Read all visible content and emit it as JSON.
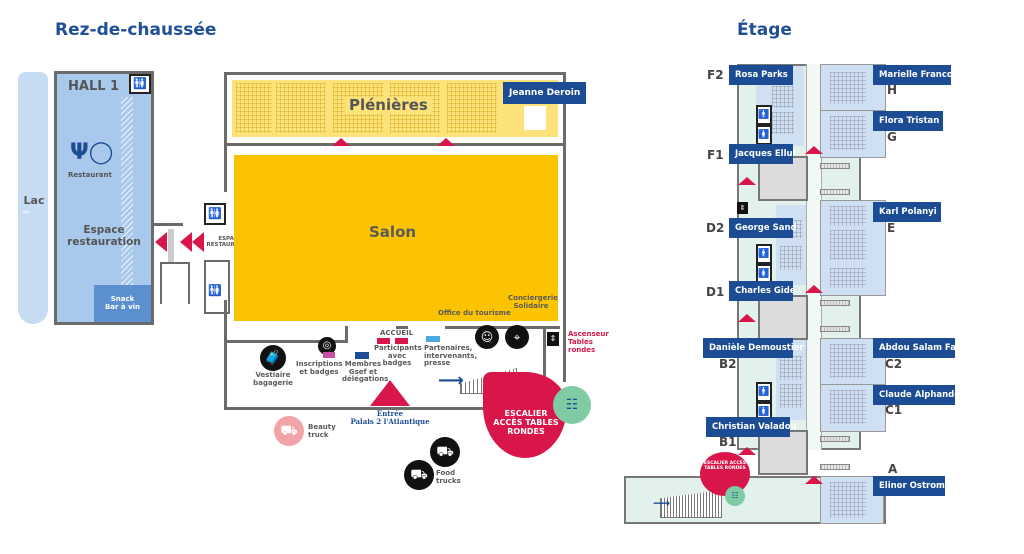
{
  "titles": {
    "ground_floor": "Rez-de-chaussée",
    "upper_floor": "Étage"
  },
  "ground_floor": {
    "lake": "Lac",
    "hall": "HALL 1",
    "restaurant": "Restaurant",
    "espace_restauration": "Espace restauration",
    "snack": "Snack",
    "bar": "Bar à vin",
    "espace_restauration_sign": "ESPACE RESTAURATION",
    "plenieres": "Plénières",
    "jeanne_deroin": "Jeanne Deroin",
    "salon": "Salon",
    "office_tourisme": "Office du tourisme",
    "conciergerie": "Conciergerie Solidaire",
    "ascenseur": "Ascenseur Tables rondes",
    "accueil": "ACCUEIL",
    "participants": "Participants avec badges",
    "partenaires": "Partenaires, intervenants, presse",
    "membres": "Membres Gsef et délégations",
    "inscriptions": "Inscriptions et badges",
    "vestiaire": "Vestiaire bagagerie",
    "entree": "Entrée",
    "entree_sub": "Palais 2 l'Atlantique",
    "beauty_truck": "Beauty truck",
    "food_trucks": "Food trucks",
    "escalier": "ESCALIER ACCÈS TABLES RONDES"
  },
  "upper_floor": {
    "rooms": [
      {
        "code": "F2",
        "name": "Rosa Parks"
      },
      {
        "code": "H",
        "name": "Marielle Franco"
      },
      {
        "code": "G",
        "name": "Flora Tristan"
      },
      {
        "code": "F1",
        "name": "Jacques Ellul"
      },
      {
        "code": "E",
        "name": "Karl Polanyi"
      },
      {
        "code": "D2",
        "name": "George Sand"
      },
      {
        "code": "D1",
        "name": "Charles Gide"
      },
      {
        "code": "C2",
        "name": "Abdou Salam Fall"
      },
      {
        "code": "B2",
        "name": "Danièle Demoustier"
      },
      {
        "code": "C1",
        "name": "Claude Alphandéry"
      },
      {
        "code": "B1",
        "name": "Christian Valadou"
      },
      {
        "code": "A",
        "name": "Elinor Ostrom"
      }
    ],
    "escalier": "ESCALIER ACCÈS TABLES RONDES"
  },
  "colors": {
    "brand_blue": "#1c4c94",
    "accent_red": "#d9164a",
    "salon_yellow": "#fcc400",
    "pleniere_yellow": "#fde27a",
    "hall_blue": "#a9c9ec",
    "room_blue": "#cfe0f3",
    "corridor_green": "#e3f1ec"
  }
}
